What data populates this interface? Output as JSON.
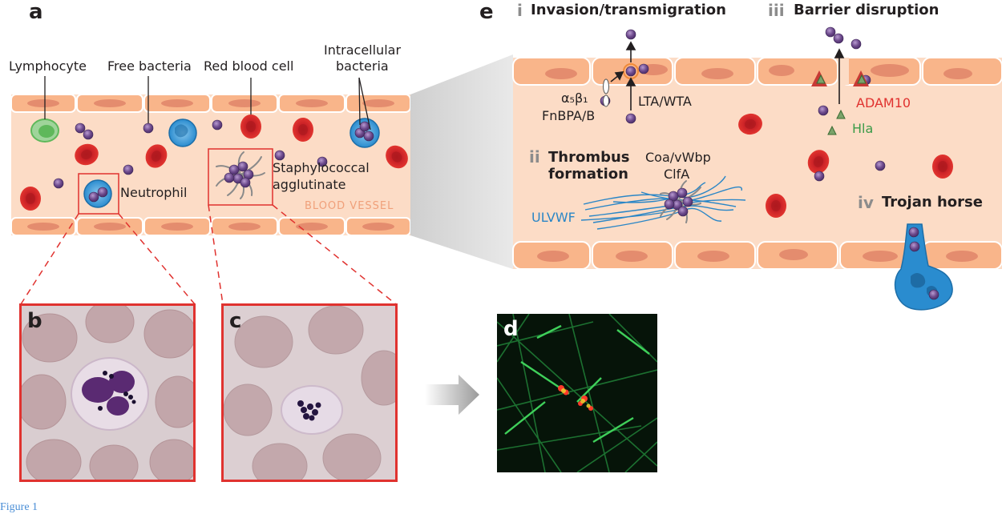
{
  "panel_a": {
    "letter": "a",
    "labels": {
      "lymphocyte": "Lymphocyte",
      "free_bacteria": "Free bacteria",
      "red_blood_cell": "Red blood cell",
      "intracellular_line1": "Intracellular",
      "intracellular_line2": "bacteria",
      "neutrophil": "Neutrophil",
      "agglutinate_line1": "Staphylococcal",
      "agglutinate_line2": "agglutinate",
      "vessel": "BLOOD VESSEL"
    }
  },
  "panel_b": {
    "letter": "b"
  },
  "panel_c": {
    "letter": "c"
  },
  "panel_d": {
    "letter": "d"
  },
  "panel_e": {
    "letter": "e",
    "section_i_num": "i",
    "section_i_title": "Invasion/transmigration",
    "section_ii_num": "ii",
    "section_ii_line1": "Thrombus",
    "section_ii_line2": "formation",
    "section_iii_num": "iii",
    "section_iii_title": "Barrier disruption",
    "section_iv_num": "iv",
    "section_iv_title": "Trojan horse",
    "integrin": "α₅β₁",
    "fnbpa": "FnBPA/B",
    "lta_wta": "LTA/WTA",
    "coa_vwbp": "Coa/vWbp",
    "clfa": "ClfA",
    "ulvwf": "ULVWF",
    "adam10": "ADAM10",
    "hla": "Hla"
  },
  "caption": "Figure 1",
  "colors": {
    "vessel_interior": "#fbd9c2",
    "endothelial_cell": "#f8ad7f",
    "endothelial_nucleus": "#e48c6e",
    "red_cell": "#d4262b",
    "bacteria": "#6d4a8c",
    "neutrophil": "#2a8ccf",
    "lymphocyte": "#5fb85b",
    "zoom_line": "#e0322f",
    "ulvwf": "#2a86c6",
    "adam10": "#e0322f",
    "hla": "#3a9a48",
    "roman_numeral": "#8c8c8c"
  }
}
